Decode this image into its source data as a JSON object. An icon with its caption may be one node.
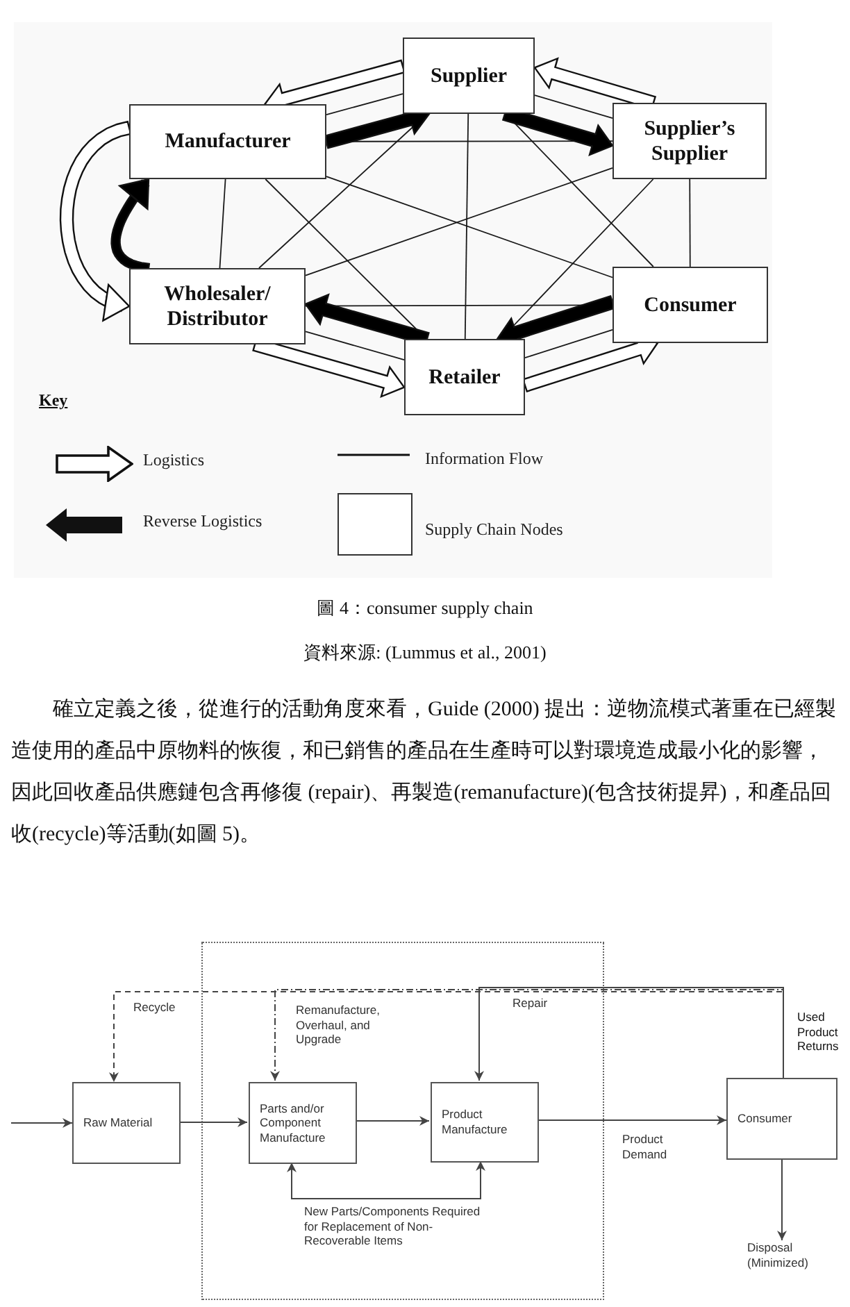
{
  "diagram": {
    "caption": "圖 4：consumer supply chain",
    "nodes": [
      {
        "text": [
          "Supplier"
        ]
      },
      {
        "text": [
          "Manufacturer"
        ]
      },
      {
        "text": [
          "Supplier’s Supplier"
        ]
      },
      {
        "text": [
          "Wholesaler/ Distributor"
        ]
      },
      {
        "text": [
          "Consumer"
        ]
      },
      {
        "text": [
          "Retailer"
        ]
      },
      {
        "text": [
          "Raw Material"
        ]
      },
      {
        "text": [],
        "shape": "box"
      },
      {
        "text": [
          "Parts and/or Component Manufacture"
        ],
        "in": 7
      },
      {
        "text": [
          "Product Manufacture"
        ],
        "in": 7
      },
      {
        "text": [
          "Consumer"
        ]
      },
      {
        "text": [
          "Disposal (Minimized)"
        ]
      }
    ],
    "edges": [
      {
        "from": 0,
        "to": 1,
        "arrow": "none"
      },
      {
        "from": 0,
        "to": 2,
        "arrow": "none"
      },
      {
        "from": 0,
        "to": 3,
        "arrow": "none"
      },
      {
        "from": 0,
        "to": 4,
        "arrow": "none"
      },
      {
        "from": 0,
        "to": 5,
        "arrow": "none"
      },
      {
        "from": 1,
        "to": 2,
        "arrow": "none"
      },
      {
        "from": 1,
        "to": 3,
        "arrow": "none"
      },
      {
        "from": 1,
        "to": 4,
        "arrow": "none"
      },
      {
        "from": 1,
        "to": 5,
        "arrow": "none"
      },
      {
        "from": 2,
        "to": 3,
        "arrow": "none"
      },
      {
        "from": 2,
        "to": 4,
        "arrow": "none"
      },
      {
        "from": 2,
        "to": 5,
        "arrow": "none"
      },
      {
        "from": 3,
        "to": 4,
        "arrow": "none"
      },
      {
        "from": 3,
        "to": 5,
        "arrow": "none"
      },
      {
        "from": 4,
        "to": 5,
        "arrow": "none"
      },
      {
        "from": 0,
        "to": 1,
        "arrow": "to",
        "style": "thick",
        "color": "#ffffff"
      },
      {
        "from": 1,
        "to": 0,
        "arrow": "to",
        "style": "thick"
      },
      {
        "from": 0,
        "to": 2,
        "arrow": "to",
        "style": "thick"
      },
      {
        "from": 2,
        "to": 0,
        "arrow": "to",
        "style": "thick",
        "color": "#ffffff"
      },
      {
        "from": 4,
        "to": 5,
        "arrow": "to",
        "style": "thick"
      },
      {
        "from": 5,
        "to": 4,
        "arrow": "to",
        "style": "thick",
        "color": "#ffffff"
      },
      {
        "from": 5,
        "to": 3,
        "arrow": "to",
        "style": "thick"
      },
      {
        "from": 3,
        "to": 5,
        "arrow": "to",
        "style": "thick",
        "color": "#ffffff"
      },
      {
        "from": 1,
        "to": 3,
        "arrow": "to",
        "style": "thick",
        "color": "#ffffff"
      },
      {
        "from": 3,
        "to": 1,
        "arrow": "to",
        "style": "thick"
      },
      {
        "from": null,
        "to": 6,
        "arrow": "to"
      },
      {
        "from": 6,
        "to": 8,
        "arrow": "to"
      },
      {
        "from": 8,
        "to": 9,
        "arrow": "to"
      },
      {
        "from": 9,
        "to": 10,
        "arrow": "to",
        "label": "Product Demand"
      },
      {
        "from": 10,
        "to": 9,
        "arrow": "to",
        "label": "Repair"
      },
      {
        "from": 10,
        "to": 8,
        "arrow": "to",
        "label": "Remanufacture, Overhaul, and Upgrade",
        "style": "dashed"
      },
      {
        "from": 10,
        "to": 6,
        "arrow": "to",
        "label": "Recycle",
        "style": "dashed"
      },
      {
        "from": 8,
        "to": 9,
        "arrow": "both",
        "label": "New Parts/Components Required for Replacement of Non-Recoverable Items"
      },
      {
        "from": 10,
        "to": 11,
        "arrow": "to"
      }
    ],
    "labels": [
      "Key",
      "資料來源: (Lummus et al., 2001)",
      "確立定義之後，從進行的活動角度來看，Guide (2000) 提出：逆物流模式著重在已經製造使用的產品中原物料的恢復，和已銷售的產品在生產時可以對環境造成最小化的影響，因此回收產品供應鏈包含再修復 (repair)、再製造(remanufacture)(包含技術提昇)，和產品回收(recycle)等活動(如圖 5)。",
      "Used Product Returns"
    ],
    "legend": [
      {
        "text": "Logistics"
      },
      {
        "text": "Reverse Logistics"
      },
      {
        "text": "Information Flow"
      },
      {
        "text": "Supply Chain Nodes"
      }
    ]
  }
}
